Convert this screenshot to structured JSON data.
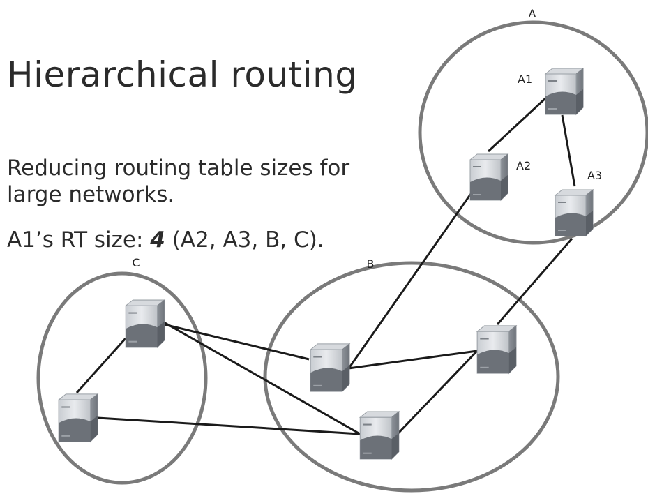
{
  "slide": {
    "title": "Hierarchical routing",
    "subtitle": "Reducing routing table sizes for large networks.",
    "rt_size": {
      "prefix": "A1’s RT size: ",
      "value": "4",
      "suffix": " (A2, A3, B, C)."
    }
  },
  "diagram": {
    "clusters": [
      {
        "id": "A",
        "label": "A"
      },
      {
        "id": "B",
        "label": "B"
      },
      {
        "id": "C",
        "label": "C"
      }
    ],
    "nodes": [
      {
        "id": "A1",
        "label": "A1",
        "cluster": "A"
      },
      {
        "id": "A2",
        "label": "A2",
        "cluster": "A"
      },
      {
        "id": "A3",
        "label": "A3",
        "cluster": "A"
      },
      {
        "id": "B1",
        "label": "",
        "cluster": "B"
      },
      {
        "id": "B2",
        "label": "",
        "cluster": "B"
      },
      {
        "id": "B3",
        "label": "",
        "cluster": "B"
      },
      {
        "id": "C1",
        "label": "",
        "cluster": "C"
      },
      {
        "id": "C2",
        "label": "",
        "cluster": "C"
      }
    ],
    "links": [
      [
        "A1",
        "A2"
      ],
      [
        "A1",
        "A3"
      ],
      [
        "A2",
        "B1"
      ],
      [
        "A3",
        "B2"
      ],
      [
        "B1",
        "B2"
      ],
      [
        "B2",
        "B3"
      ],
      [
        "C1",
        "C2"
      ],
      [
        "C1",
        "B1"
      ],
      [
        "C1",
        "B3"
      ],
      [
        "C2",
        "B3"
      ]
    ]
  }
}
